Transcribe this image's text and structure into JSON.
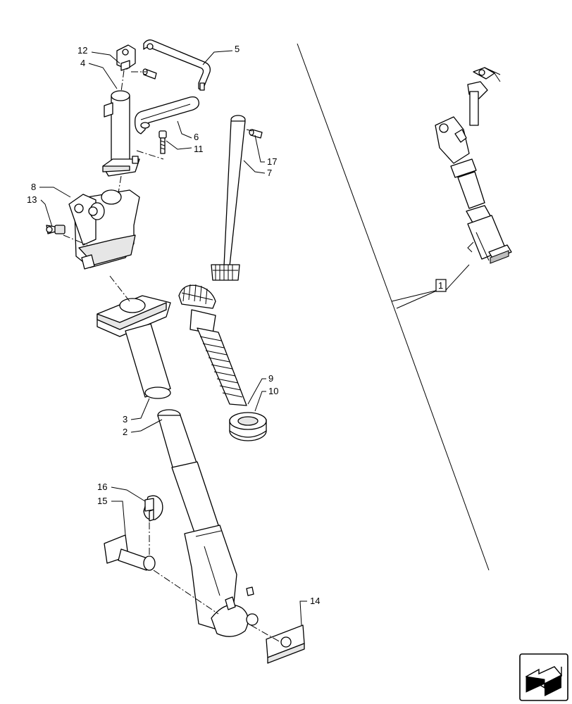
{
  "callouts": {
    "c1": "1",
    "c2": "2",
    "c3": "3",
    "c4": "4",
    "c5": "5",
    "c6": "6",
    "c7": "7",
    "c8": "8",
    "c9": "9",
    "c10": "10",
    "c11": "11",
    "c12": "12",
    "c13": "13",
    "c14": "14",
    "c15": "15",
    "c16": "16",
    "c17": "17"
  },
  "icons": {
    "navigation": "navigation-arrow-icon"
  }
}
